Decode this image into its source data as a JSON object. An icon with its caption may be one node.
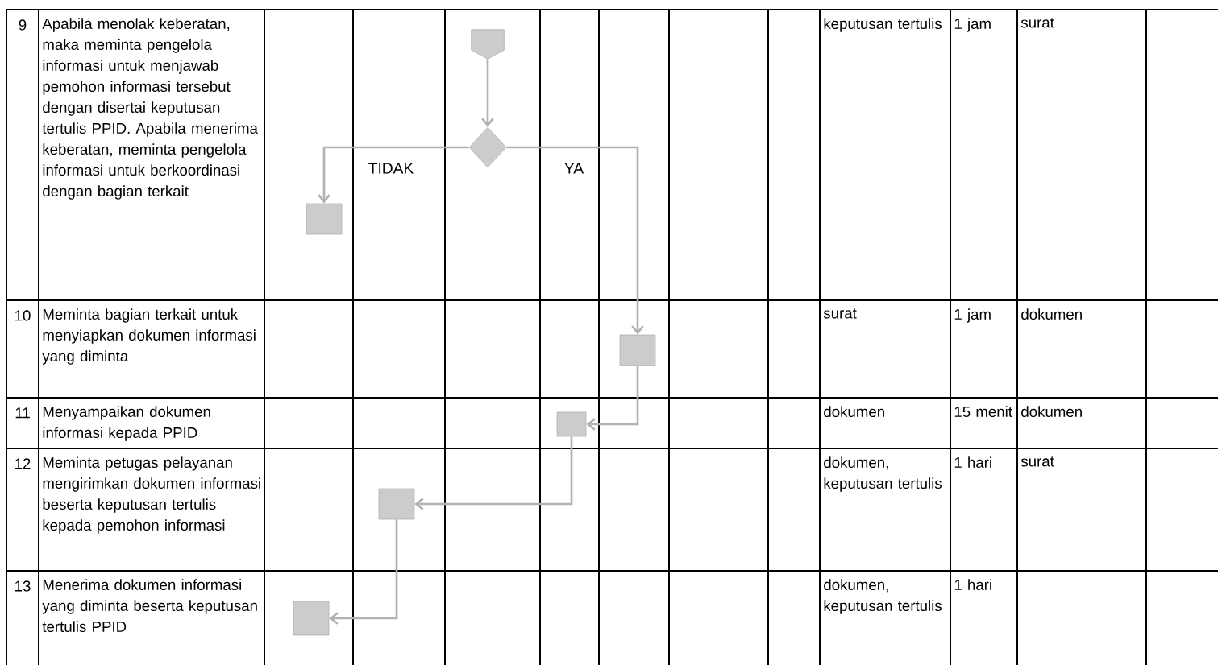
{
  "diagram": {
    "nodes": [
      {
        "text": [],
        "shape": "pentagon"
      },
      {
        "text": [],
        "shape": "diamond"
      },
      {
        "text": [],
        "shape": "box"
      },
      {
        "text": [],
        "shape": "box"
      },
      {
        "text": [],
        "shape": "box"
      },
      {
        "text": [],
        "shape": "box"
      },
      {
        "text": [],
        "shape": "box"
      }
    ],
    "edges": [
      {
        "from": 0,
        "to": 1,
        "arrow": "to"
      },
      {
        "from": 1,
        "to": 2,
        "arrow": "to",
        "label": "TIDAK"
      },
      {
        "from": 1,
        "to": 3,
        "arrow": "to",
        "label": "YA"
      },
      {
        "from": 3,
        "to": 4,
        "arrow": "to"
      },
      {
        "from": 4,
        "to": 5,
        "arrow": "to"
      },
      {
        "from": 5,
        "to": 6,
        "arrow": "to"
      }
    ],
    "labels": [
      "9",
      "Apabila menolak keberatan, maka meminta pengelola informasi untuk menjawab pemohon informasi tersebut dengan disertai keputusan tertulis PPID. Apabila menerima keberatan, meminta pengelola informasi untuk berkoordinasi dengan bagian terkait",
      "keputusan tertulis",
      "1 jam",
      "surat",
      "10",
      "Meminta bagian terkait untuk menyiapkan dokumen informasi yang diminta",
      "surat",
      "1 jam",
      "dokumen",
      "11",
      "Menyampaikan dokumen informasi kepada PPID",
      "dokumen",
      "15 menit",
      "dokumen",
      "12",
      "Meminta petugas pelayanan mengirimkan dokumen informasi beserta keputusan tertulis kepada pemohon informasi",
      "dokumen, keputusan tertulis",
      "1 hari",
      "surat",
      "13",
      "Menerima dokumen informasi yang diminta beserta keputusan tertulis PPID",
      "dokumen, keputusan tertulis",
      "1 hari"
    ]
  }
}
